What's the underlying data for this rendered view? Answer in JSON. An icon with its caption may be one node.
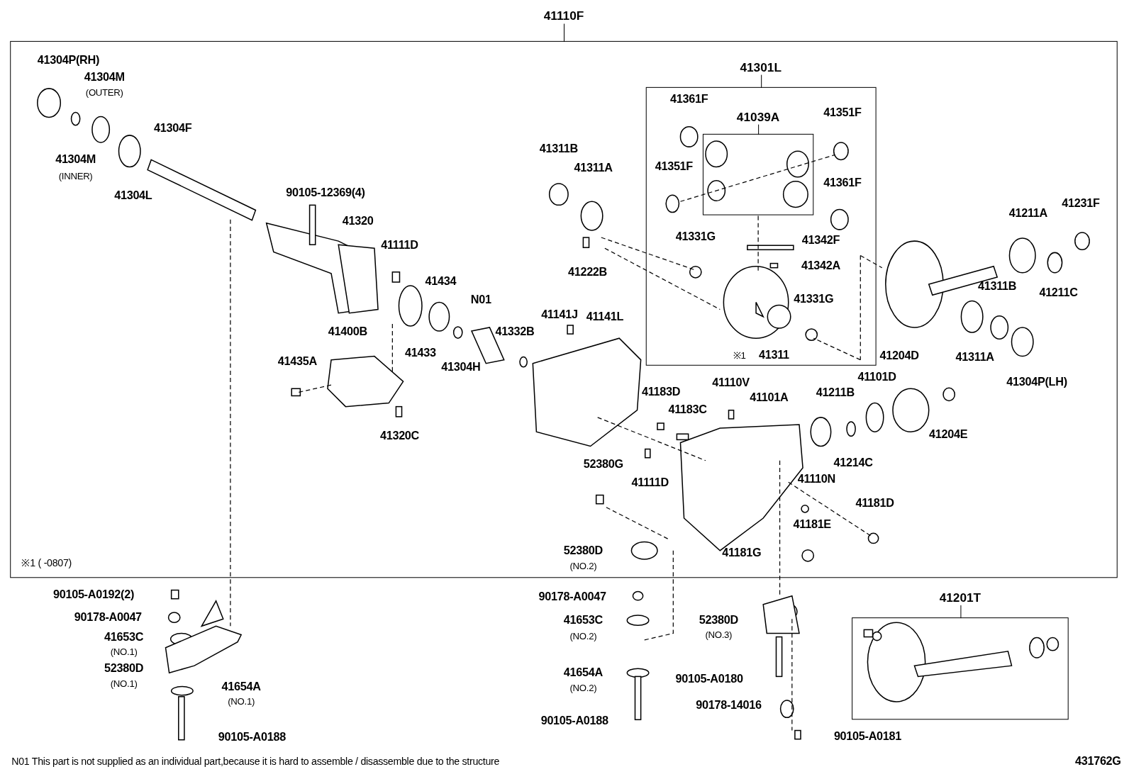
{
  "diagram": {
    "nodes": [
      {
        "text": [
          "41110F"
        ]
      },
      {
        "text": [
          "41301L"
        ],
        "in": 0
      },
      {
        "text": [
          "41039A"
        ],
        "in": 1
      },
      {
        "text": [
          "41201T"
        ]
      }
    ],
    "labels": [
      "41304P(RH)",
      "41304M",
      "(OUTER)",
      "41304F",
      "41304M",
      "(INNER)",
      "41304L",
      "90105-12369(4)",
      "41320",
      "41111D",
      "41434",
      "N01",
      "41332B",
      "41433",
      "41304H",
      "41400B",
      "41435A",
      "41320C",
      "41311B",
      "41311A",
      "41222B",
      "41141J",
      "41141L",
      "41361F",
      "41351F",
      "41351F",
      "41361F",
      "41331G",
      "41342F",
      "41342A",
      "41331G",
      "※1",
      "41311",
      "41211A",
      "41231F",
      "41211C",
      "41311B",
      "41311A",
      "41304P(LH)",
      "41204D",
      "41101D",
      "41204E",
      "41211B",
      "41214C",
      "41110V",
      "41101A",
      "41183D",
      "41183C",
      "52380G",
      "41111D",
      "41110N",
      "41181D",
      "41181E",
      "41181G",
      "52380D",
      "(NO.2)",
      "※1 ( -0807)",
      "90105-A0192(2)",
      "90178-A0047",
      "41653C",
      "(NO.1)",
      "52380D",
      "(NO.1)",
      "41654A",
      "(NO.1)",
      "90105-A0188",
      "90178-A0047",
      "41653C",
      "(NO.2)",
      "41654A",
      "(NO.2)",
      "90105-A0188",
      "52380D",
      "(NO.3)",
      "90105-A0180",
      "90178-14016",
      "90105-A0181",
      "N01 This part is not supplied as an individual part,because it is hard to assemble / disassemble due to the structure",
      "431762G"
    ]
  }
}
